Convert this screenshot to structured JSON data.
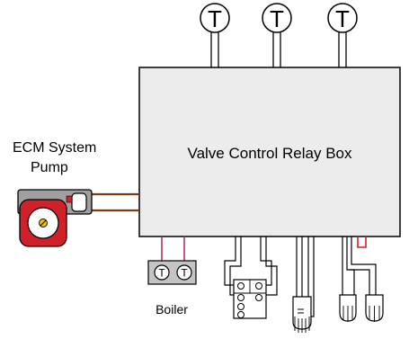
{
  "relay_box": {
    "label": "Valve Control Relay Box",
    "fill": "#ececec"
  },
  "pump": {
    "label_line1": "ECM System",
    "label_line2": "Pump",
    "body_color": "#d0202a",
    "housing_color": "#a0a0a0"
  },
  "boiler": {
    "label": "Boiler",
    "terminal_glyph": "T",
    "wire_color": "#b0306a"
  },
  "thermostats": [
    {
      "glyph": "T"
    },
    {
      "glyph": "T"
    },
    {
      "glyph": "T"
    }
  ],
  "wire_colors": {
    "pump_wire": "#7a3b10",
    "zone_wire": "#000000",
    "red_loop": "#d62020"
  }
}
